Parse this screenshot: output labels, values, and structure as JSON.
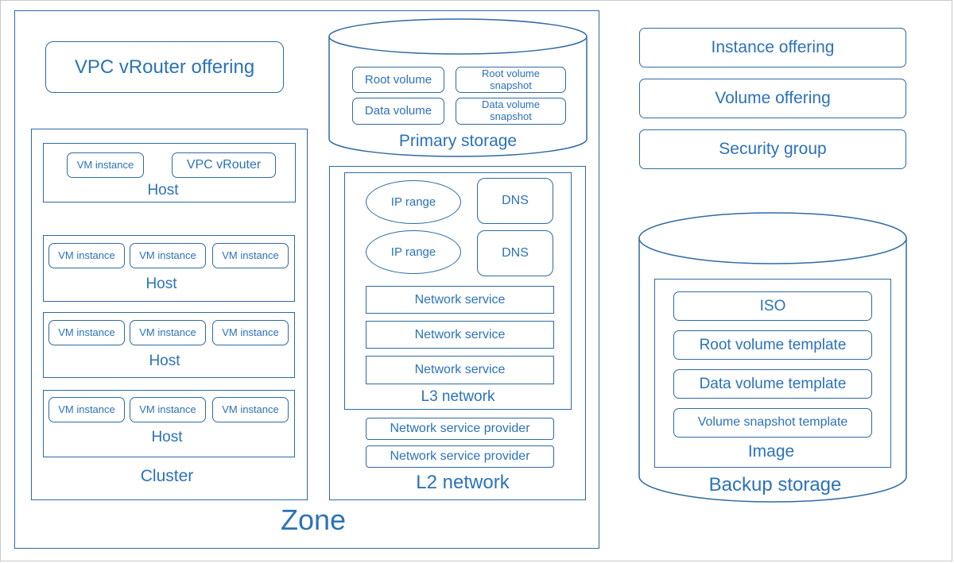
{
  "zone": {
    "label": "Zone"
  },
  "vpc_vrouter_offering": "VPC vRouter offering",
  "cluster": {
    "label": "Cluster",
    "host_label": "Host",
    "vm_instance": "VM instance",
    "vpc_vrouter": "VPC vRouter"
  },
  "primary_storage": {
    "label": "Primary storage",
    "root_volume": "Root volume",
    "root_volume_snapshot": "Root volume snapshot",
    "data_volume": "Data volume",
    "data_volume_snapshot": "Data volume snapshot"
  },
  "l2_network": {
    "label": "L2 network",
    "network_service_provider": "Network service provider",
    "l3_network": {
      "label": "L3 network",
      "ip_range": "IP range",
      "dns": "DNS",
      "network_service": "Network service"
    }
  },
  "offerings": {
    "instance_offering": "Instance offering",
    "volume_offering": "Volume offering",
    "security_group": "Security group"
  },
  "backup_storage": {
    "label": "Backup storage",
    "image": {
      "label": "Image",
      "iso": "ISO",
      "root_volume_template": "Root volume template",
      "data_volume_template": "Data volume template",
      "volume_snapshot_template": "Volume snapshot template"
    }
  }
}
